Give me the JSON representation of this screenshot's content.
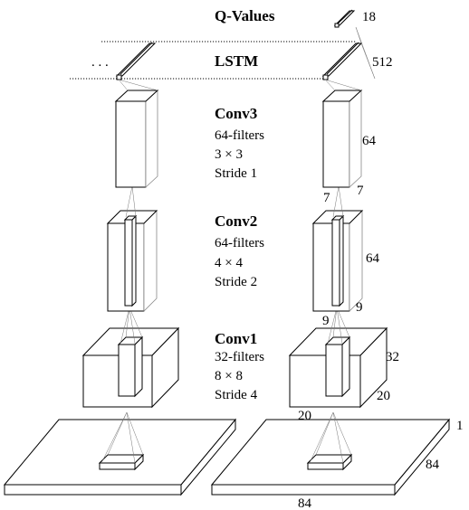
{
  "layers": {
    "qvalues": {
      "title": "Q-Values",
      "size": "18"
    },
    "lstm": {
      "title": "LSTM",
      "size": "512",
      "ellipsis": ". . ."
    },
    "conv3": {
      "title": "Conv3",
      "filters": "64-filters",
      "kernel": "3 × 3",
      "stride": "Stride 1",
      "depth": "64",
      "width": "7",
      "height": "7"
    },
    "conv2": {
      "title": "Conv2",
      "filters": "64-filters",
      "kernel": "4 × 4",
      "stride": "Stride 2",
      "depth": "64",
      "width": "9",
      "height": "9"
    },
    "conv1": {
      "title": "Conv1",
      "filters": "32-filters",
      "kernel": "8 × 8",
      "stride": "Stride 4",
      "depth": "32",
      "width": "20",
      "height": "20"
    },
    "input": {
      "width": "84",
      "height": "84",
      "channels": "1"
    }
  }
}
